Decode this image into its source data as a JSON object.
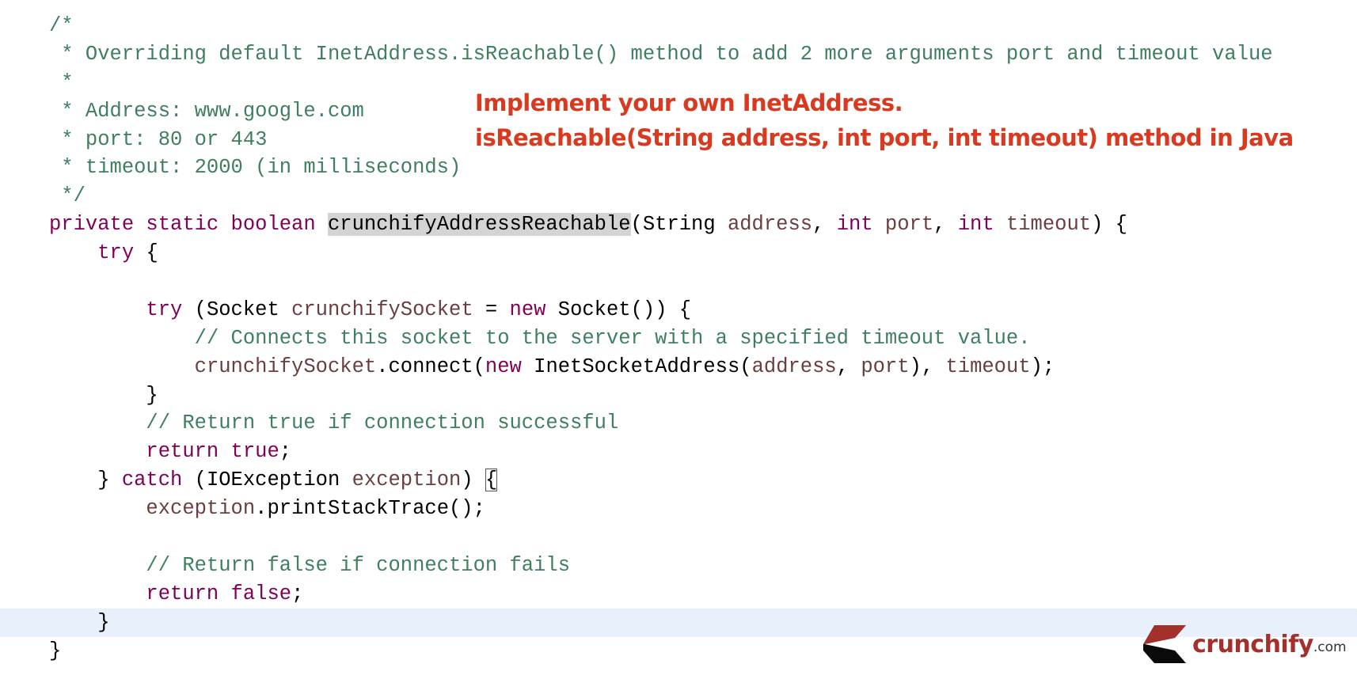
{
  "code_lines": [
    [
      [
        "/*",
        "cm"
      ]
    ],
    [
      [
        " * Overriding default InetAddress.isReachable() method to add 2 more arguments port and timeout value",
        "cm"
      ]
    ],
    [
      [
        " *",
        "cm"
      ]
    ],
    [
      [
        " * Address: www.google.com",
        "cm"
      ]
    ],
    [
      [
        " * port: 80 or 443",
        "cm"
      ]
    ],
    [
      [
        " * timeout: 2000 (in milliseconds)",
        "cm"
      ]
    ],
    [
      [
        " */",
        "cm"
      ]
    ],
    [
      [
        "private static boolean ",
        "kw"
      ],
      [
        "crunchifyAddressReachable",
        "hl"
      ],
      [
        "(String ",
        "pl"
      ],
      [
        "address",
        "var"
      ],
      [
        ", ",
        "pl"
      ],
      [
        "int ",
        "kw"
      ],
      [
        "port",
        "var"
      ],
      [
        ", ",
        "pl"
      ],
      [
        "int ",
        "kw"
      ],
      [
        "timeout",
        "var"
      ],
      [
        ") {",
        "pl"
      ]
    ],
    [
      [
        "    ",
        "pl"
      ],
      [
        "try",
        "kw"
      ],
      [
        " {",
        "pl"
      ]
    ],
    [
      [
        "",
        "pl"
      ]
    ],
    [
      [
        "        ",
        "pl"
      ],
      [
        "try",
        "kw"
      ],
      [
        " (Socket ",
        "pl"
      ],
      [
        "crunchifySocket",
        "var"
      ],
      [
        " = ",
        "pl"
      ],
      [
        "new",
        "kw"
      ],
      [
        " Socket()) {",
        "pl"
      ]
    ],
    [
      [
        "            ",
        "pl"
      ],
      [
        "// Connects this socket to the server with a specified timeout value.",
        "cm"
      ]
    ],
    [
      [
        "            ",
        "pl"
      ],
      [
        "crunchifySocket",
        "var"
      ],
      [
        ".connect(",
        "pl"
      ],
      [
        "new",
        "kw"
      ],
      [
        " InetSocketAddress(",
        "pl"
      ],
      [
        "address",
        "var"
      ],
      [
        ", ",
        "pl"
      ],
      [
        "port",
        "var"
      ],
      [
        "), ",
        "pl"
      ],
      [
        "timeout",
        "var"
      ],
      [
        ");",
        "pl"
      ]
    ],
    [
      [
        "        }",
        "pl"
      ]
    ],
    [
      [
        "        ",
        "pl"
      ],
      [
        "// Return true if connection successful",
        "cm"
      ]
    ],
    [
      [
        "        ",
        "pl"
      ],
      [
        "return true",
        "kw"
      ],
      [
        ";",
        "pl"
      ]
    ],
    [
      [
        "    } ",
        "pl"
      ],
      [
        "catch",
        "kw"
      ],
      [
        " (IOException ",
        "pl"
      ],
      [
        "exception",
        "var"
      ],
      [
        ") ",
        "pl"
      ],
      [
        "{",
        "box"
      ]
    ],
    [
      [
        "        ",
        "pl"
      ],
      [
        "exception",
        "var"
      ],
      [
        ".printStackTrace();",
        "pl"
      ]
    ],
    [
      [
        "",
        "pl"
      ]
    ],
    [
      [
        "        ",
        "pl"
      ],
      [
        "// Return false if connection fails",
        "cm"
      ]
    ],
    [
      [
        "        ",
        "pl"
      ],
      [
        "return false",
        "kw"
      ],
      [
        ";",
        "pl"
      ]
    ],
    [
      [
        "    }",
        "pl"
      ]
    ],
    [
      [
        "}",
        "pl"
      ]
    ]
  ],
  "current_line_index": 21,
  "annotation": {
    "line1": "Implement your own InetAddress.",
    "line2": "isReachable(String address, int port, int timeout) method in Java"
  },
  "logo": {
    "word": "crunchify",
    "tld": ".com",
    "colors": {
      "red": "#a4302c",
      "black": "#0a0a0a"
    }
  }
}
